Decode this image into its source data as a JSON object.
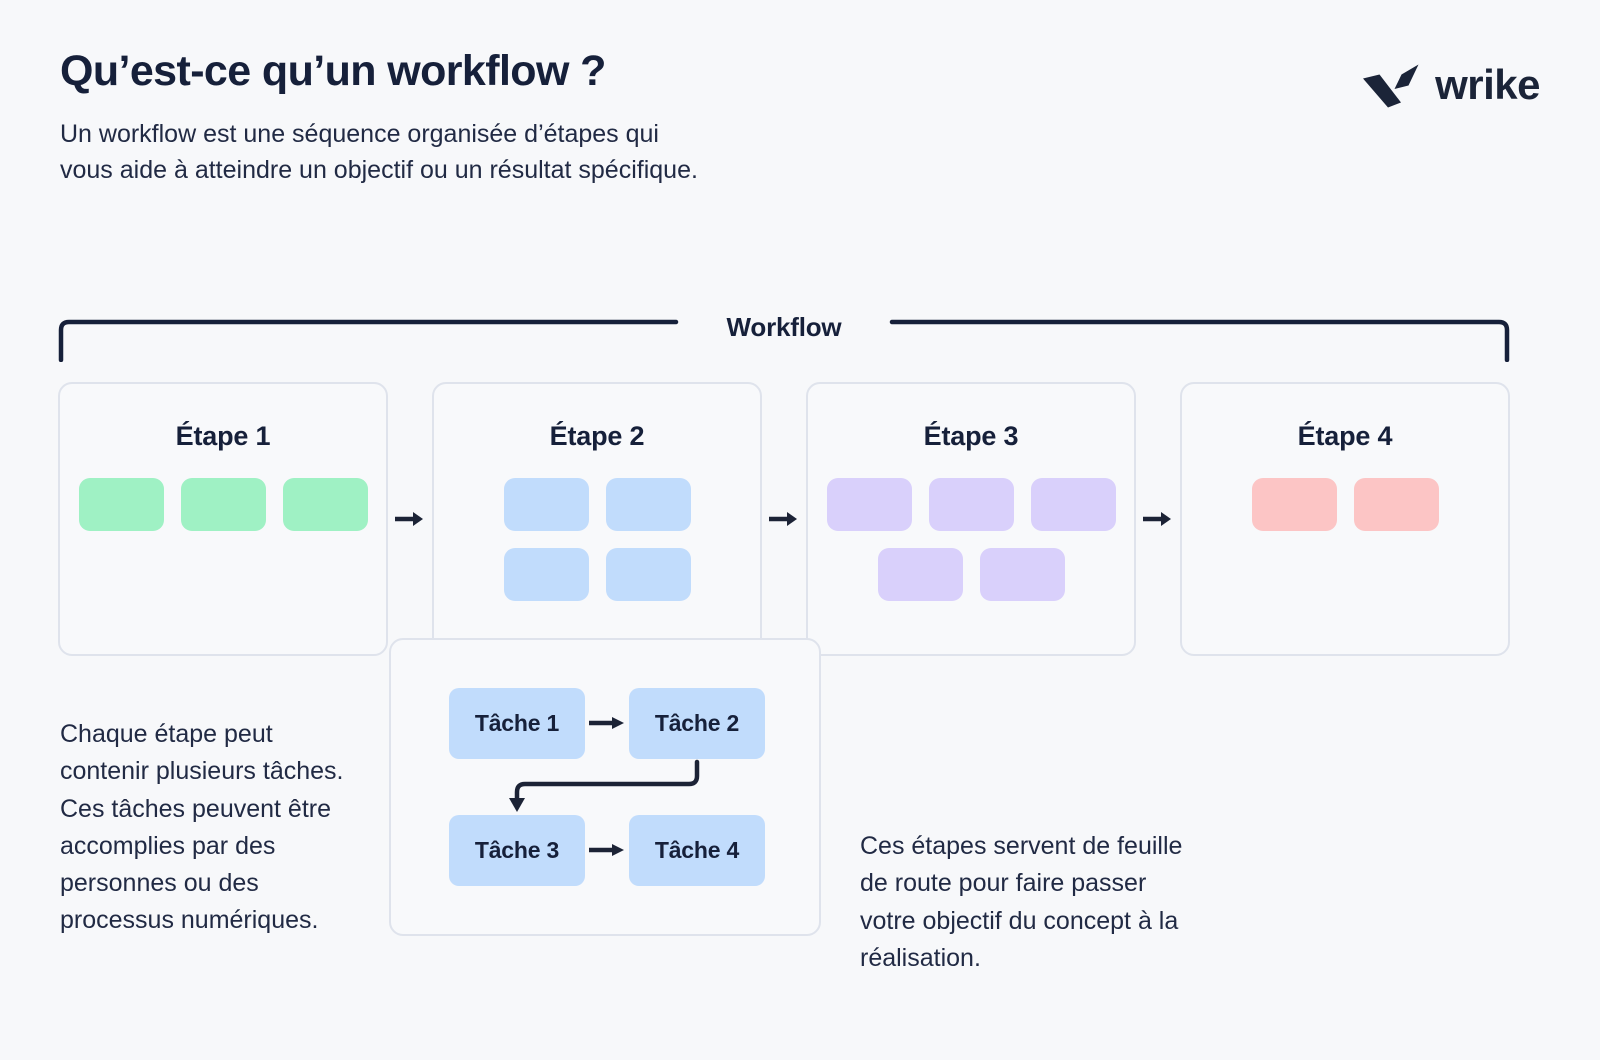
{
  "page": {
    "background_color": "#f7f8fa",
    "text_color": "#212a44",
    "title": "Qu’est-ce qu’un workflow ?",
    "subtitle": "Un workflow est une séquence organisée d’étapes qui\nvous aide à atteindre un objectif ou un résultat spécifique."
  },
  "logo": {
    "name": "wrike-logo",
    "wordmark": "wrike",
    "mark_icon": "wrike-checkmark-icon",
    "color": "#1b2438"
  },
  "bracket": {
    "label": "Workflow",
    "color": "#16203a"
  },
  "steps": [
    {
      "title": "Étape 1",
      "chip_color": "#9ff1c4",
      "chip_color_name": "green",
      "chip_rows": [
        3
      ]
    },
    {
      "title": "Étape 2",
      "chip_color": "#c1dcfc",
      "chip_color_name": "blue",
      "chip_rows": [
        2,
        2
      ]
    },
    {
      "title": "Étape 3",
      "chip_color": "#d9d0fb",
      "chip_color_name": "purple",
      "chip_rows": [
        3,
        2
      ]
    },
    {
      "title": "Étape 4",
      "chip_color": "#fcc5c5",
      "chip_color_name": "pink",
      "chip_rows": [
        2
      ]
    }
  ],
  "step_arrow_icon": "arrow-right-icon",
  "task_panel": {
    "box_color": "#c1dcfc",
    "tasks": [
      {
        "label": "Tâche 1"
      },
      {
        "label": "Tâche 2"
      },
      {
        "label": "Tâche 3"
      },
      {
        "label": "Tâche 4"
      }
    ],
    "connectors": [
      {
        "from": "Tâche 1",
        "to": "Tâche 2",
        "icon": "arrow-right-icon"
      },
      {
        "from": "Tâche 2",
        "to": "Tâche 3",
        "icon": "elbow-arrow-down-left-icon"
      },
      {
        "from": "Tâche 3",
        "to": "Tâche 4",
        "icon": "arrow-right-icon"
      }
    ]
  },
  "notes": {
    "left": "Chaque étape peut contenir plusieurs tâches. Ces tâches peuvent être accomplies par des personnes ou des processus numériques.",
    "right": "Ces étapes servent de feuille de route pour faire passer votre objectif du concept à la réalisation."
  }
}
